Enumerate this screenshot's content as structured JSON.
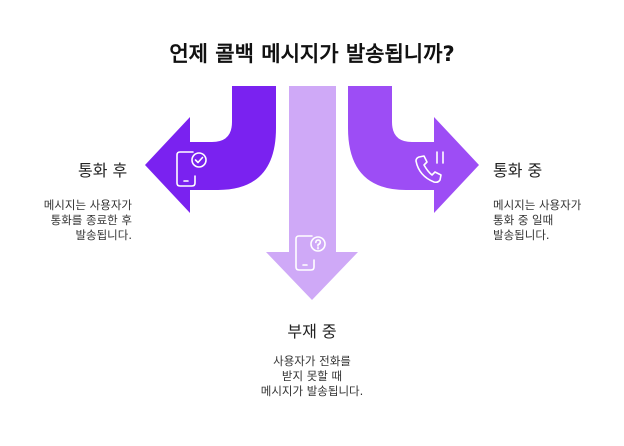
{
  "title": "언제 콜백 메시지가 발송됩니까?",
  "colors": {
    "after_call": "#7a22f0",
    "absent": "#cfa9f7",
    "during_call": "#9d4df5",
    "icon_stroke": "#ffffff"
  },
  "branches": {
    "after_call": {
      "heading": "통화 후",
      "lines": [
        "메시지는 사용자가",
        "통화를 종료한 후",
        "발송됩니다."
      ],
      "icon": "phone-check-icon"
    },
    "absent": {
      "heading": "부재 중",
      "lines": [
        "사용자가 전화를",
        "받지 못할 때",
        "메시지가 발송됩니다."
      ],
      "icon": "phone-question-icon"
    },
    "during_call": {
      "heading": "통화 중",
      "lines": [
        "메시지는 사용자가",
        "통화 중 일때",
        "발송됩니다."
      ],
      "icon": "phone-pause-icon"
    }
  }
}
